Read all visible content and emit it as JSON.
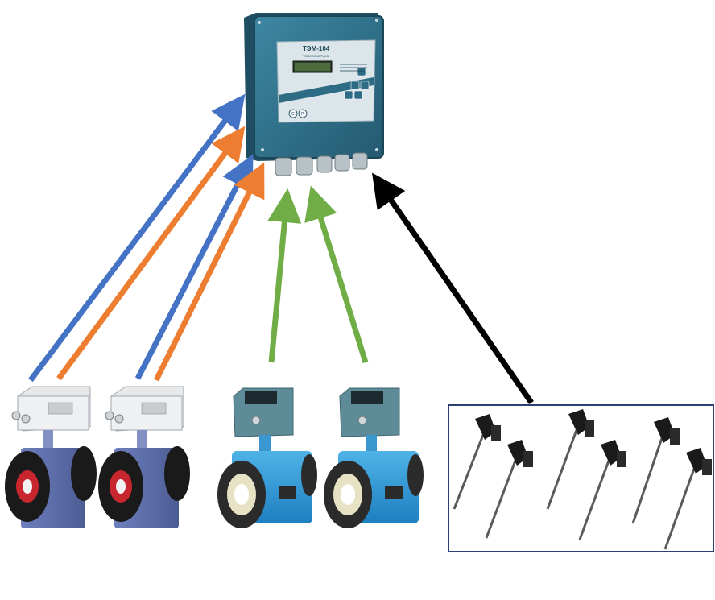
{
  "controller": {
    "model_label": "ТЭМ-104",
    "sub_label": "ТЕПЛОСЧЕТЧИК",
    "button_labels": [
      "С",
      "Р"
    ]
  },
  "colors": {
    "flow_blue": "#4472c4",
    "flow_orange": "#ed7d31",
    "flow_green": "#70ad47",
    "temp_black": "#000000",
    "sensor_frame": "#2f3f74",
    "controller_body": "#2e6b85"
  },
  "icons": {
    "controller": "heat-meter-controller-icon",
    "flowmeter_grey": "electromagnetic-flowmeter-icon",
    "flowmeter_blue": "electromagnetic-flowmeter-blue-icon",
    "temperature_sensor": "temperature-probe-icon"
  }
}
